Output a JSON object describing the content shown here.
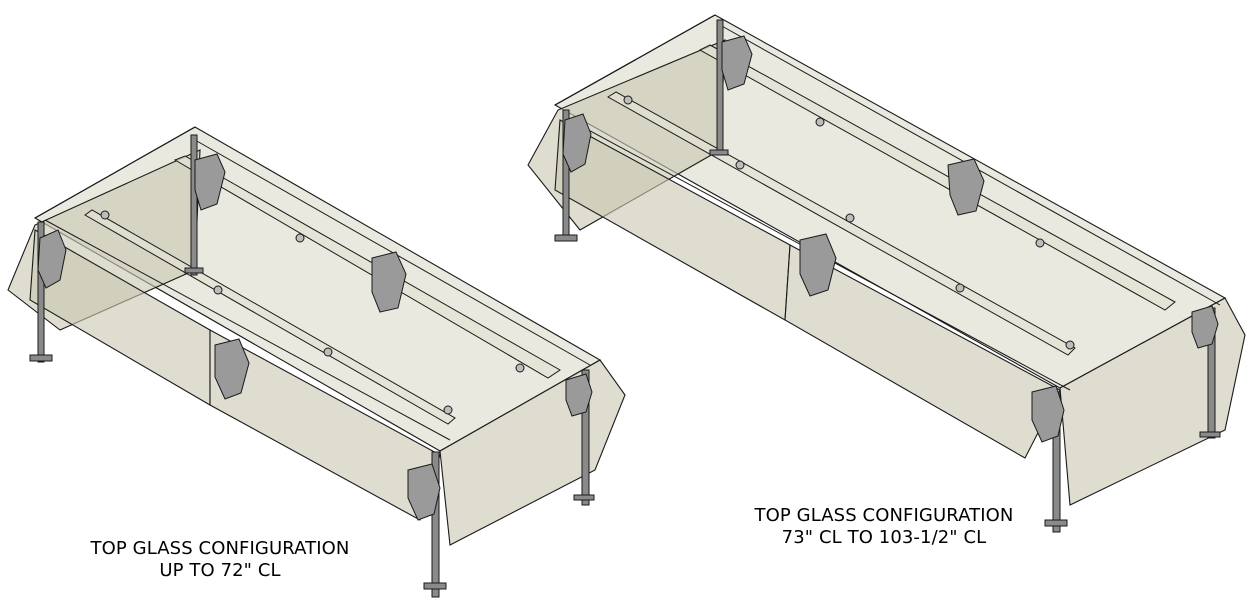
{
  "figures": [
    {
      "caption_line1": "TOP GLASS CONFIGURATION",
      "caption_line2": "UP TO 72\" CL"
    },
    {
      "caption_line1": "TOP GLASS CONFIGURATION",
      "caption_line2": "73\" CL TO 103-1/2\" CL"
    }
  ],
  "colors": {
    "glass": "#c9c8b2",
    "hardware": "#8a8a8a",
    "line": "#1a1a1a"
  }
}
